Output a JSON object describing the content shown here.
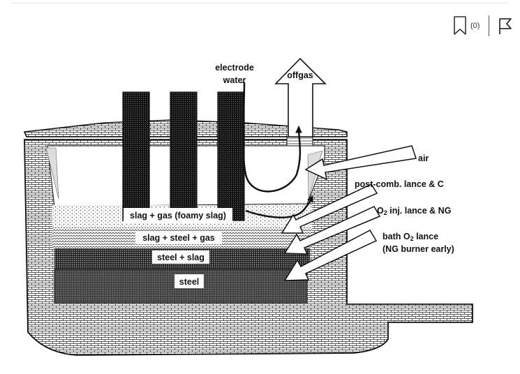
{
  "toolbar": {
    "bookmark_count": "(0)",
    "bookmark_icon": "bookmark-icon",
    "flag_icon": "flag-icon"
  },
  "diagram": {
    "electrode_label_line1": "electrode",
    "electrode_label_line2": "water",
    "offgas_label": "offgas",
    "air_label": "air",
    "postcomb_label": "post-comb. lance & C",
    "o2inj_label_prefix": "O",
    "o2inj_label_sub": "2",
    "o2inj_label_suffix": " inj. lance & NG",
    "bath_label_line1_prefix": "bath O",
    "bath_label_line1_sub": "2",
    "bath_label_line1_suffix": " lance",
    "bath_label_line2": "(NG burner early)",
    "layers": {
      "foamy": "slag + gas (foamy slag)",
      "mix": "slag + steel + gas",
      "steelslag": "steel + slag",
      "steel": "steel"
    }
  }
}
